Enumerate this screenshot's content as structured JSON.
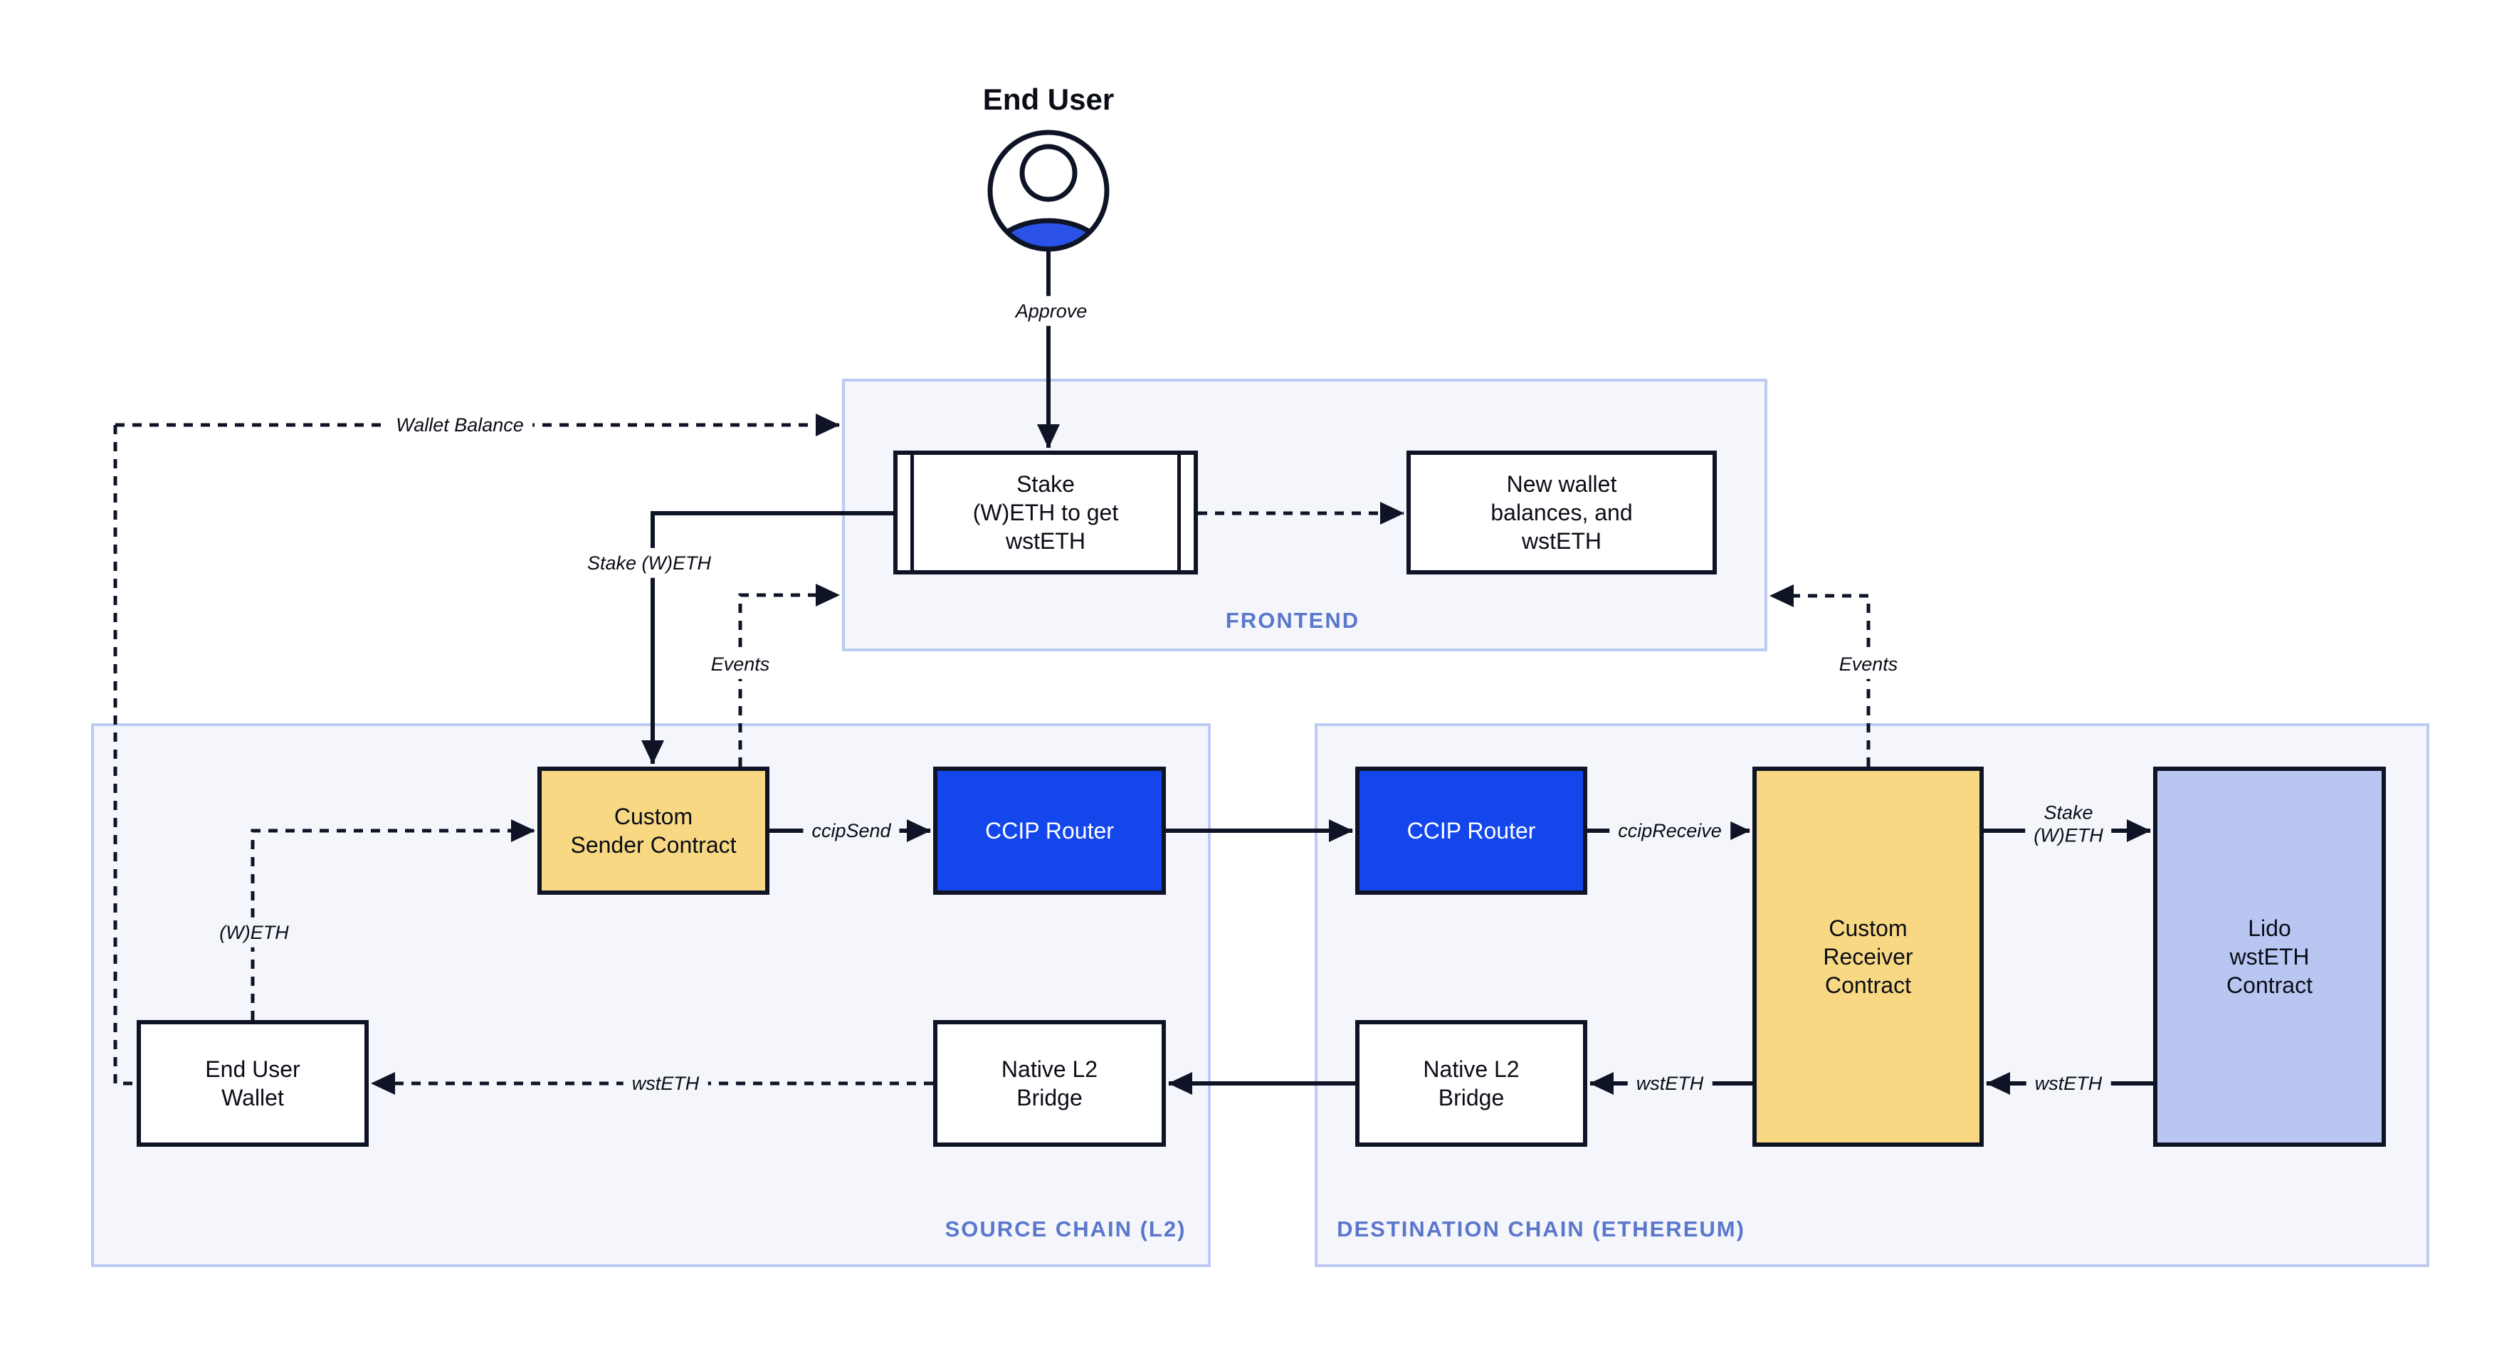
{
  "end_user": {
    "label": "End User"
  },
  "containers": {
    "frontend": "FRONTEND",
    "source_chain": "SOURCE CHAIN (L2)",
    "destination_chain": "DESTINATION CHAIN (ETHEREUM)"
  },
  "nodes": {
    "stake_ui": "Stake\n(W)ETH to get\nwstETH",
    "new_wallet": "New wallet\nbalances, and\nwstETH",
    "custom_sender": "Custom\nSender Contract",
    "ccip_router_source": "CCIP Router",
    "ccip_router_dest": "CCIP Router",
    "custom_receiver": "Custom\nReceiver\nContract",
    "lido_contract": "Lido\nwstETH\nContract",
    "native_bridge_source": "Native L2\nBridge",
    "native_bridge_dest": "Native L2\nBridge",
    "end_user_wallet": "End User\nWallet"
  },
  "edges": {
    "approve": "Approve",
    "wallet_balance": "Wallet Balance",
    "stake_weth": "Stake (W)ETH",
    "events_left": "Events",
    "events_right": "Events",
    "ccip_send": "ccipSend",
    "ccip_receive": "ccipReceive",
    "weth": "(W)ETH",
    "stake_weth_right": "Stake\n(W)ETH",
    "wsteth_to_wallet": "wstETH",
    "wsteth_to_dest_bridge": "wstETH",
    "wsteth_to_receiver": "wstETH"
  },
  "colors": {
    "ink": "#0e1426",
    "panel_fill": "#f4f6fb",
    "panel_border": "#bdcbf3",
    "container_label": "#5b77cc",
    "contract_yellow": "#f8d882",
    "router_blue": "#1447eb",
    "lido_periwinkle": "#b9c6f2",
    "user_blue": "#2b52e6",
    "box_white": "#ffffff"
  }
}
